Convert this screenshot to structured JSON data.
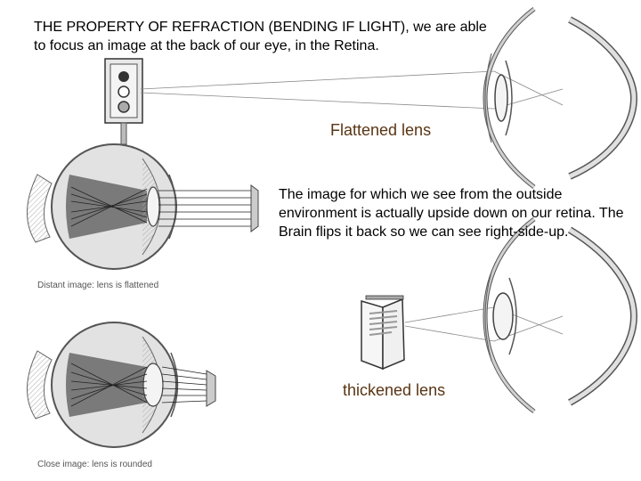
{
  "title_text": "THE PROPERTY OF REFRACTION (BENDING IF LIGHT), we are able to focus an image at the back of our eye, in the Retina.",
  "flattened_label": "Flattened lens",
  "thickened_label": "thickened lens",
  "middle_text": "The image for which we see from the outside environment is actually upside down on our retina. The Brain flips it back so we can see right-side-up.",
  "caption_distant": "Distant image: lens is flattened",
  "caption_close": "Close image: lens is rounded",
  "colors": {
    "label_brown": "#5a3513",
    "line_gray": "#777777",
    "eye_fill": "#d8d8d8",
    "vitreous_dark": "#7a7a7a"
  },
  "icons": [
    "traffic-light-icon",
    "open-book-icon",
    "eye-cross-section-icon"
  ]
}
